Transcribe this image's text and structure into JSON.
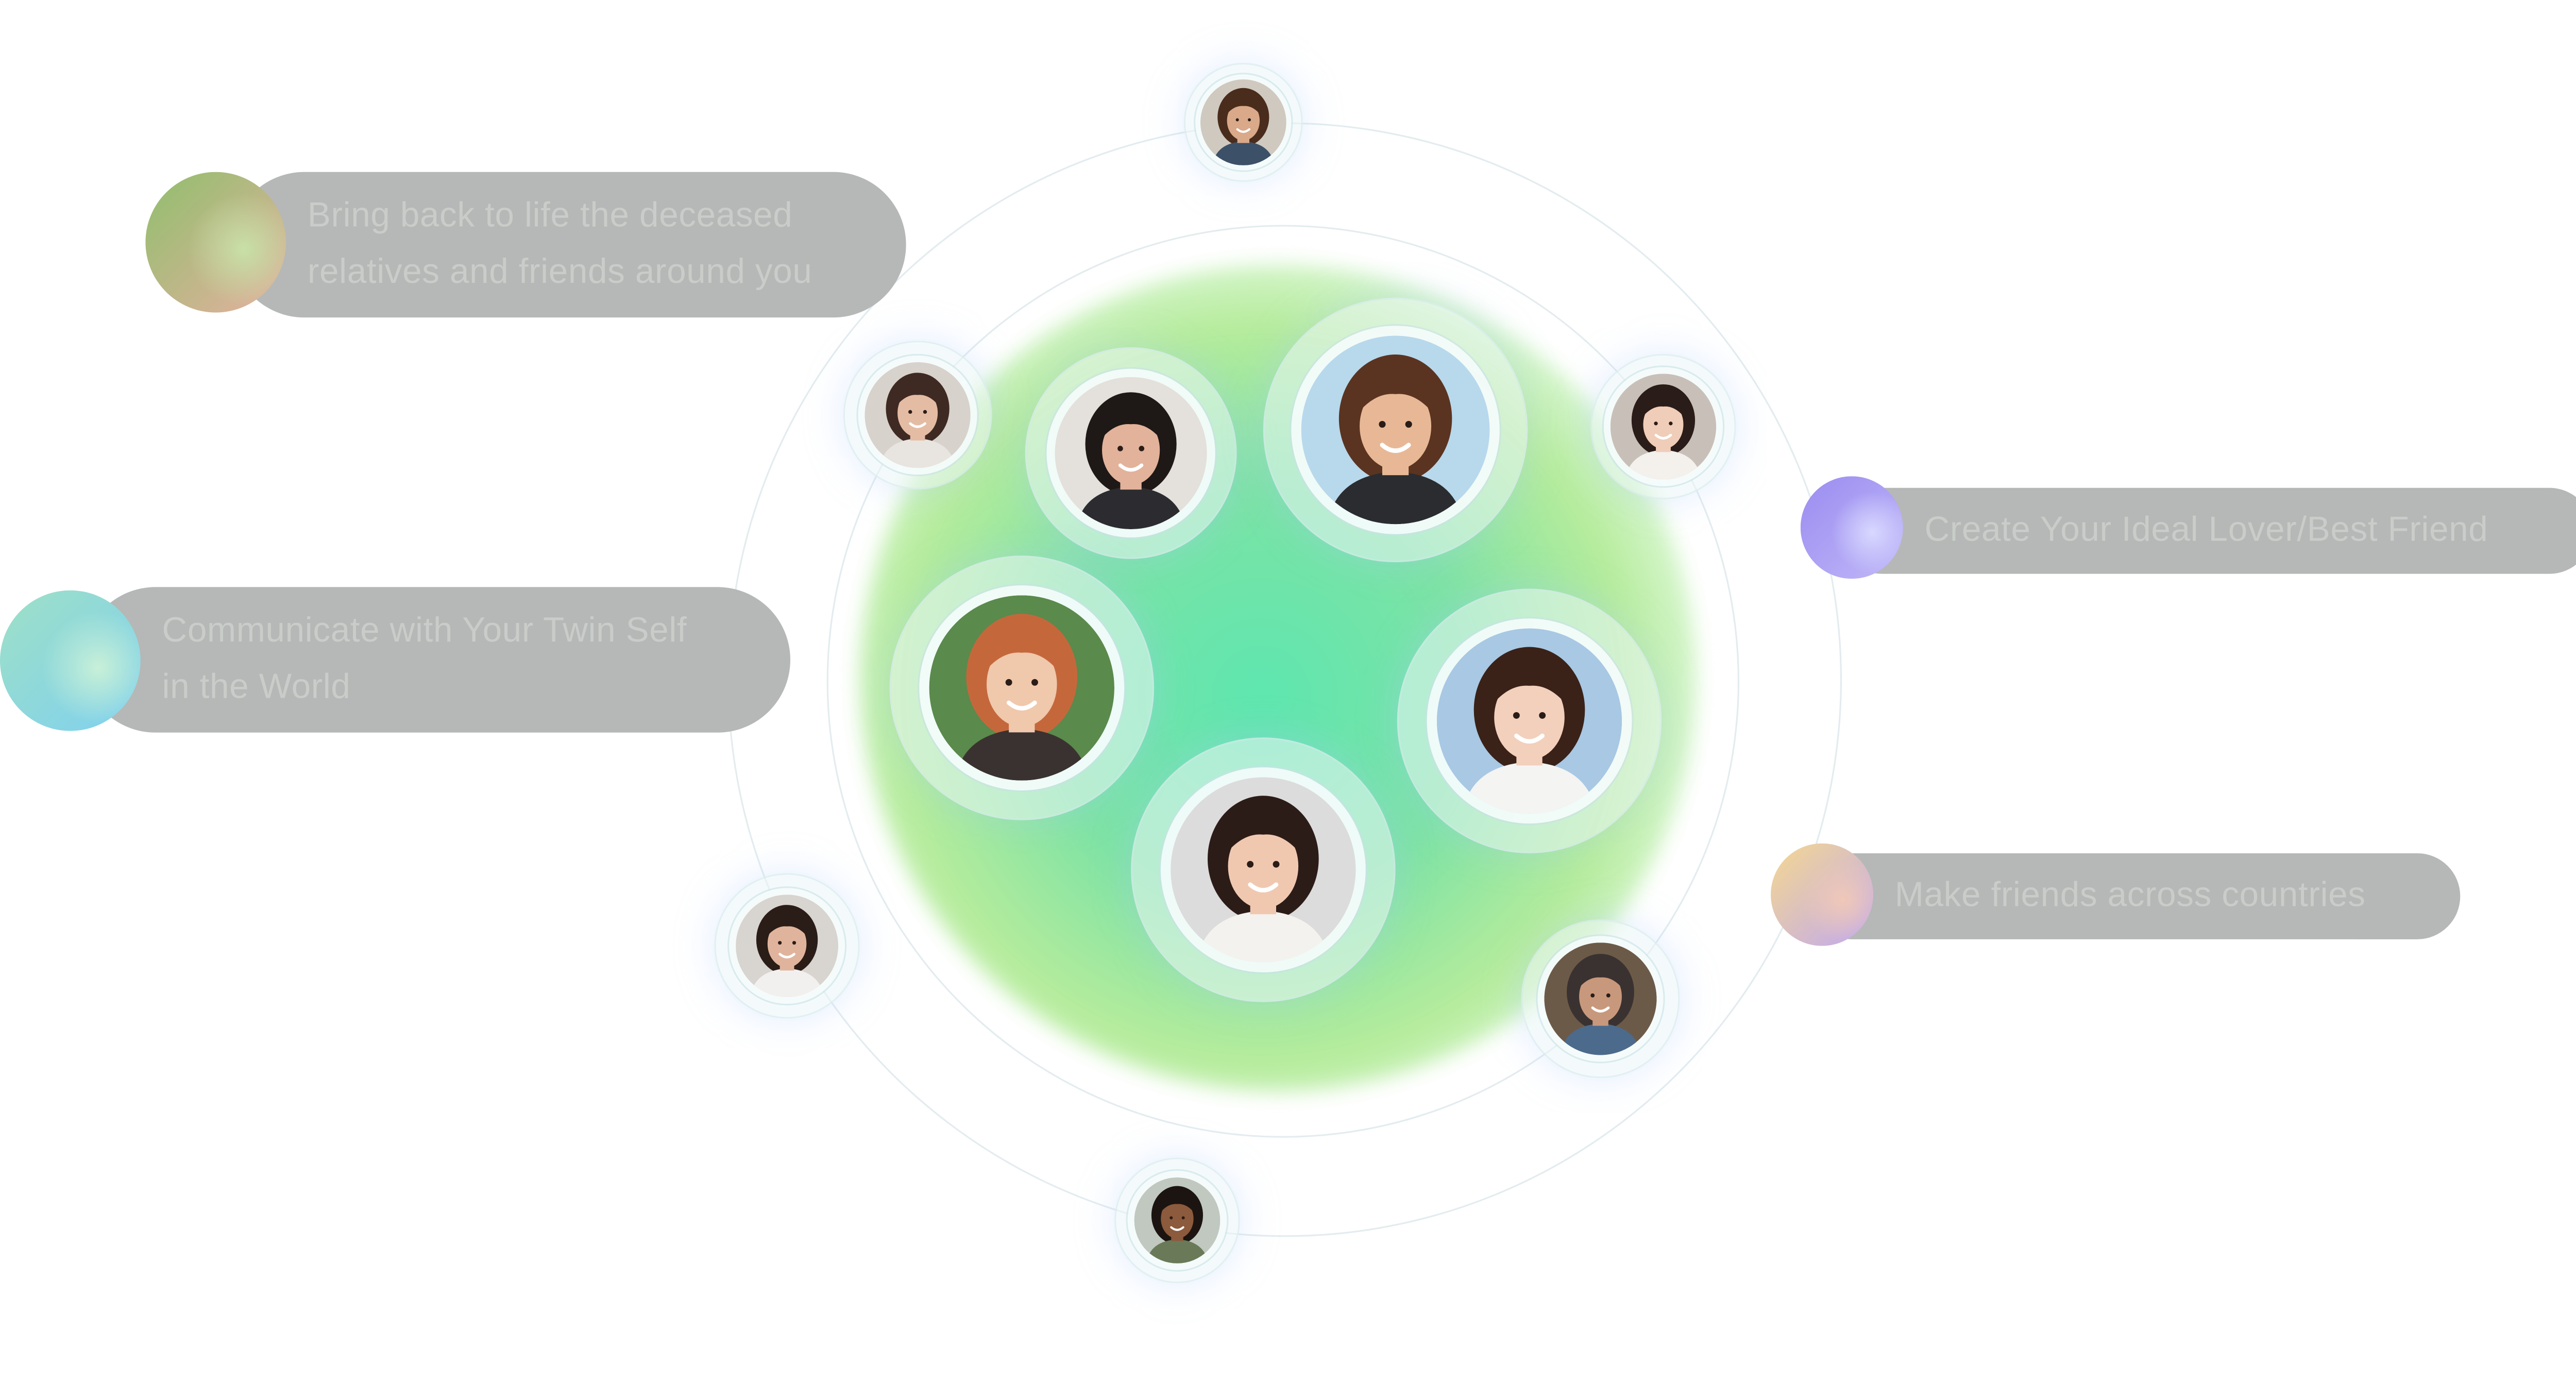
{
  "features": [
    {
      "id": "bring-back",
      "text": "Bring back to life the deceased\nrelatives and friends around you",
      "orb_colors": [
        "#8fbf6c",
        "#e6b0a0",
        "#c8e0a8"
      ]
    },
    {
      "id": "twin-self",
      "text": "Communicate with Your Twin Self\nin the World",
      "orb_colors": [
        "#9ee0c6",
        "#7fd0f0",
        "#c8f0d8"
      ]
    },
    {
      "id": "ideal-lover",
      "text": "Create Your Ideal Lover/Best Friend",
      "orb_colors": [
        "#9a8cf0",
        "#c0b8f8",
        "#d8d8ff"
      ]
    },
    {
      "id": "make-friends",
      "text": "Make friends across countries",
      "orb_colors": [
        "#f5d890",
        "#c0a8f0",
        "#f0c8b8"
      ]
    }
  ],
  "avatars": [
    {
      "id": "top",
      "skin": "#d9a98a",
      "hair": "#4a2c1c",
      "bg": "#cfc9c0",
      "shirt": "#3c5068"
    },
    {
      "id": "left-upper",
      "skin": "#e4bca4",
      "hair": "#3e2a22",
      "bg": "#d8d2cc",
      "shirt": "#e8e4e0"
    },
    {
      "id": "right-upper",
      "skin": "#f0cdb8",
      "hair": "#2a1c18",
      "bg": "#c8c0b8",
      "shirt": "#f4f0ec"
    },
    {
      "id": "left-lower",
      "skin": "#e0b49c",
      "hair": "#2a1c16",
      "bg": "#d8d4d0",
      "shirt": "#f2f0ee"
    },
    {
      "id": "right-lower",
      "skin": "#c8987c",
      "hair": "#3a3230",
      "bg": "#6c5a48",
      "shirt": "#4c6a8c"
    },
    {
      "id": "bottom",
      "skin": "#8c5a3c",
      "hair": "#1c1410",
      "bg": "#c0c8c0",
      "shirt": "#6a7a58"
    },
    {
      "id": "center-man-left",
      "skin": "#e2b29a",
      "hair": "#1e1816",
      "bg": "#e4e0dc",
      "shirt": "#2c2c30"
    },
    {
      "id": "center-man-right",
      "skin": "#e8b896",
      "hair": "#5a3420",
      "bg": "#b8d8ec",
      "shirt": "#2a2c30"
    },
    {
      "id": "center-woman-left",
      "skin": "#f0c8ac",
      "hair": "#c4683c",
      "bg": "#5a8a4c",
      "shirt": "#3a3230"
    },
    {
      "id": "center-woman-right",
      "skin": "#f2d0bc",
      "hair": "#3a2218",
      "bg": "#a8c8e4",
      "shirt": "#f4f4f2"
    },
    {
      "id": "center-woman-bottom",
      "skin": "#f0c8b0",
      "hair": "#2c1c18",
      "bg": "#dcdcdc",
      "shirt": "#f4f2ee"
    }
  ]
}
